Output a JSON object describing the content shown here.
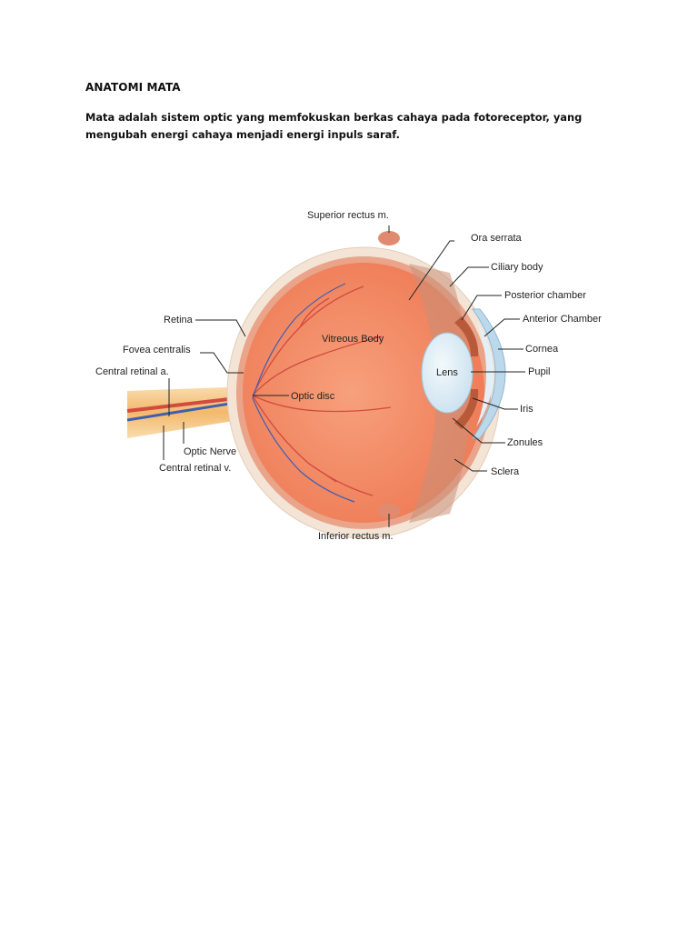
{
  "document": {
    "title": "ANATOMI MATA",
    "paragraph": "Mata adalah sistem optic yang memfokuskan berkas cahaya pada fotoreceptor, yang mengubah energi cahaya menjadi energi inpuls saraf."
  },
  "figure": {
    "labels": {
      "superior_rectus": "Superior rectus m.",
      "ora_serrata": "Ora serrata",
      "ciliary_body": "Ciliary body",
      "posterior_chamber": "Posterior chamber",
      "anterior_chamber": "Anterior Chamber",
      "cornea": "Cornea",
      "pupil": "Pupil",
      "iris": "Iris",
      "zonules": "Zonules",
      "sclera": "Sclera",
      "inferior_rectus": "Inferior rectus m.",
      "retina": "Retina",
      "fovea_centralis": "Fovea centralis",
      "central_retinal_a": "Central retinal a.",
      "optic_nerve": "Optic Nerve",
      "central_retinal_v": "Central retinal v.",
      "vitreous_body": "Vitreous Body",
      "optic_disc": "Optic disc",
      "lens": "Lens"
    },
    "colors": {
      "sclera": "#f3e4d6",
      "choroid": "#e9a48a",
      "retina": "#f08a68",
      "vitreous": "#f58f6a",
      "vessel": "#d24b3f",
      "vein": "#3f5fae",
      "lens": "#dfeef6",
      "cornea": "#bcd9ec",
      "nerve": "#f4c27c"
    }
  }
}
